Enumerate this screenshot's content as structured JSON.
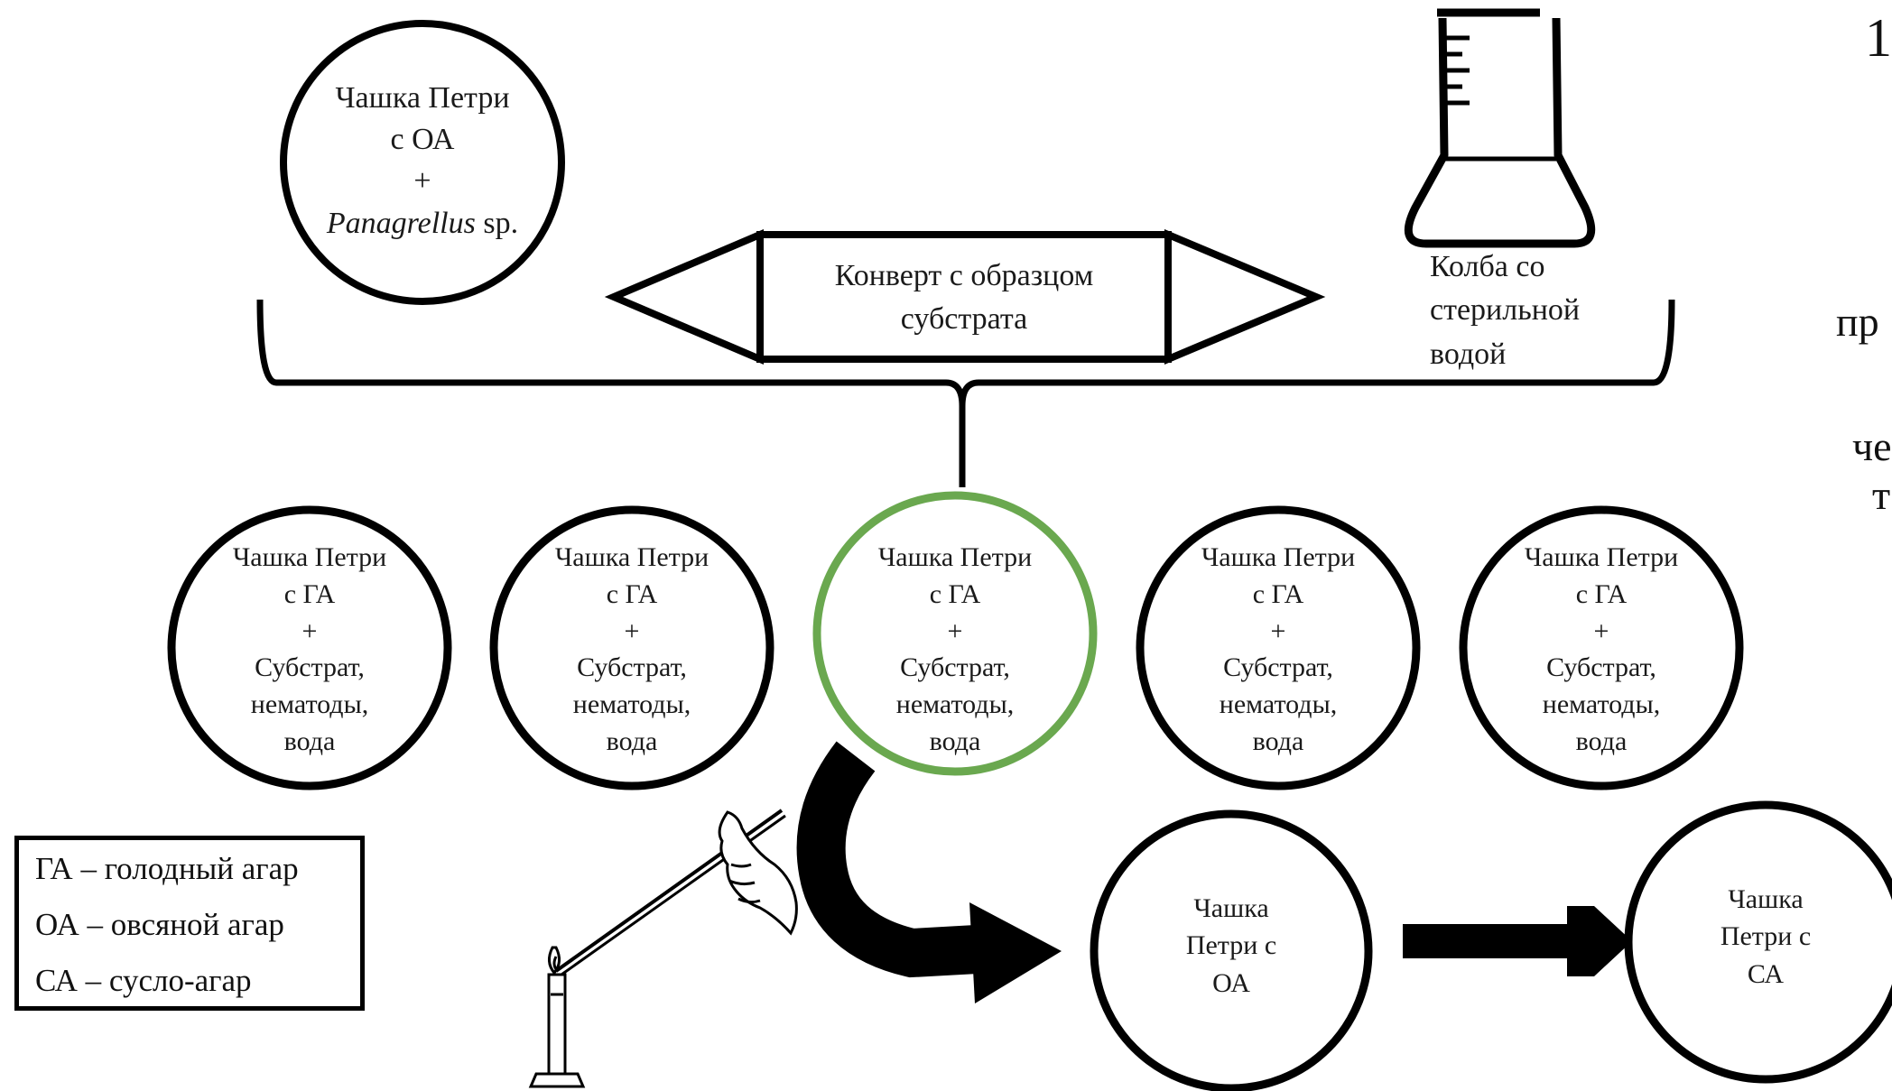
{
  "top_dish": {
    "line1": "Чашка Петри",
    "line2": "с ОА",
    "plus": "+",
    "species": "Panagrellus",
    "sp": " sp."
  },
  "envelope": {
    "line1": "Конверт с образцом",
    "line2": "субстрата"
  },
  "flask": {
    "line1": "Колба со",
    "line2": "стерильной",
    "line3": "водой"
  },
  "ga_dishes": [
    {
      "line1": "Чашка Петри",
      "line2": "с ГА",
      "plus": "+",
      "line3": "Субстрат,",
      "line4": "нематоды,",
      "line5": "вода"
    },
    {
      "line1": "Чашка Петри",
      "line2": "с ГА",
      "plus": "+",
      "line3": "Субстрат,",
      "line4": "нематоды,",
      "line5": "вода"
    },
    {
      "line1": "Чашка Петри",
      "line2": "с ГА",
      "plus": "+",
      "line3": "Субстрат,",
      "line4": "нематоды,",
      "line5": "вода"
    },
    {
      "line1": "Чашка Петри",
      "line2": "с ГА",
      "plus": "+",
      "line3": "Субстрат,",
      "line4": "нематоды,",
      "line5": "вода"
    },
    {
      "line1": "Чашка Петри",
      "line2": "с ГА",
      "plus": "+",
      "line3": "Субстрат,",
      "line4": "нематоды,",
      "line5": "вода"
    }
  ],
  "oa_dish": {
    "line1": "Чашка",
    "line2": "Петри с",
    "line3": "ОА"
  },
  "sa_dish": {
    "line1": "Чашка",
    "line2": "Петри с",
    "line3": "СА"
  },
  "legend": {
    "ga": "ГА – голодный агар",
    "oa": "ОА – овсяной агар",
    "sa": "СА – сусло-агар"
  },
  "right_edge": {
    "t1": "1",
    "t2": "пр",
    "t3": "че",
    "t4": "т"
  },
  "colors": {
    "highlight": "#6aa84f",
    "stroke": "#000000"
  }
}
